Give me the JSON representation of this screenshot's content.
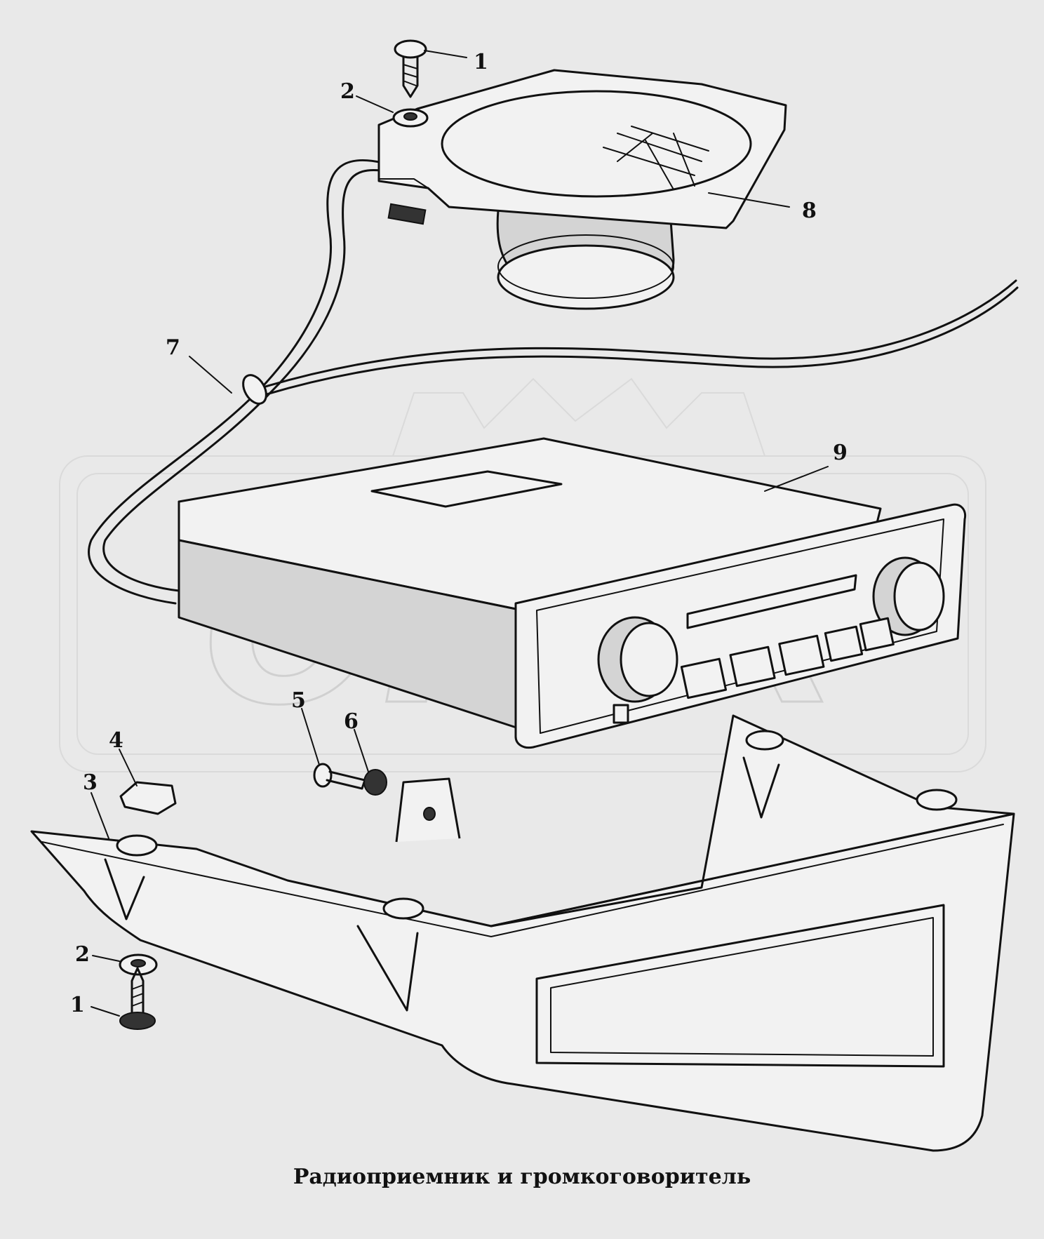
{
  "caption": "Радиоприемник и громкоговоритель",
  "watermark_text": "OPEX",
  "callouts": [
    {
      "id": "c1a",
      "label": "1"
    },
    {
      "id": "c2a",
      "label": "2"
    },
    {
      "id": "c8",
      "label": "8"
    },
    {
      "id": "c7",
      "label": "7"
    },
    {
      "id": "c9",
      "label": "9"
    },
    {
      "id": "c5",
      "label": "5"
    },
    {
      "id": "c6",
      "label": "6"
    },
    {
      "id": "c4",
      "label": "4"
    },
    {
      "id": "c3",
      "label": "3"
    },
    {
      "id": "c2b",
      "label": "2"
    },
    {
      "id": "c1b",
      "label": "1"
    }
  ],
  "colors": {
    "background": "#e9e9e9",
    "line": "#111111",
    "watermark": "#dadada"
  }
}
